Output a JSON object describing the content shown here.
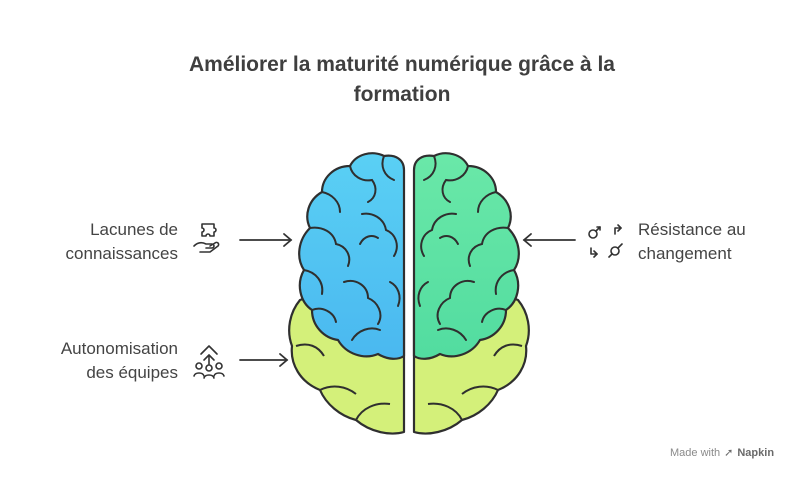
{
  "title": {
    "line1": "Améliorer la maturité numérique grâce à la",
    "line2": "formation"
  },
  "items": [
    {
      "line1": "Lacunes de",
      "line2": "connaissances",
      "icon": "puzzle-hand-icon"
    },
    {
      "line1": "Autonomisation",
      "line2": "des équipes",
      "icon": "team-growth-icon"
    },
    {
      "line1": "Résistance au",
      "line2": "changement",
      "icon": "gender-swap-icon"
    }
  ],
  "footer": {
    "made_with": "Made with",
    "brand": "Napkin"
  },
  "colors": {
    "left_hemisphere": "#56c8f5",
    "right_hemisphere": "#62e6a6",
    "lower_lobes": "#d4f07a",
    "outline": "#2f2f2f"
  }
}
